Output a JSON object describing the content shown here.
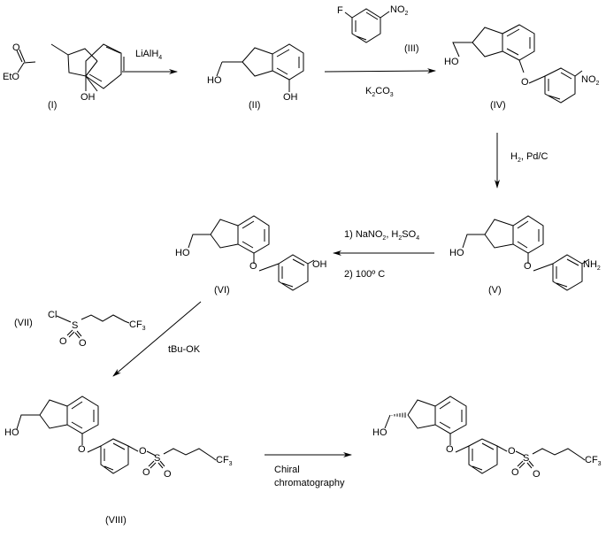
{
  "title": "Synthesis scheme",
  "compounds": [
    {
      "id": "I",
      "label": "(I)",
      "atoms": {
        "carbonyl_o": "O",
        "ester_o": "EtO",
        "phenol": "OH"
      }
    },
    {
      "id": "II",
      "label": "(II)",
      "atoms": {
        "alcohol": "HO",
        "phenol": "OH"
      }
    },
    {
      "id": "III",
      "label": "(III)",
      "atoms": {
        "halogen": "F",
        "nitro": "NO",
        "nitro_sub": "2"
      }
    },
    {
      "id": "IV",
      "label": "(IV)",
      "atoms": {
        "alcohol": "HO",
        "ether": "O",
        "nitro": "NO",
        "nitro_sub": "2"
      }
    },
    {
      "id": "V",
      "label": "(V)",
      "atoms": {
        "alcohol": "HO",
        "ether": "O",
        "amine": "NH",
        "amine_sub": "2"
      }
    },
    {
      "id": "VI",
      "label": "(VI)",
      "atoms": {
        "alcohol": "HO",
        "ether": "O",
        "phenol": "OH"
      }
    },
    {
      "id": "VII",
      "label": "(VII)",
      "atoms": {
        "cl": "Cl",
        "s": "S",
        "o1": "O",
        "o2": "O",
        "cf": "CF",
        "cf_sub": "3"
      }
    },
    {
      "id": "VIII",
      "label": "(VIII)",
      "atoms": {
        "alcohol": "HO",
        "ether": "O",
        "ester_o": "O",
        "s": "S",
        "o1": "O",
        "o2": "O",
        "cf": "CF",
        "cf_sub": "3"
      }
    },
    {
      "id": "final",
      "label": "",
      "atoms": {
        "alcohol": "HO",
        "ether": "O",
        "ester_o": "O",
        "s": "S",
        "o1": "O",
        "o2": "O",
        "cf": "CF",
        "cf_sub": "3"
      }
    }
  ],
  "reactions": [
    {
      "from": "I",
      "to": "II",
      "reagent_main": "LiAlH",
      "reagent_sub": "4"
    },
    {
      "from": "II",
      "to": "IV",
      "reagent_below_a": "K",
      "reagent_below_sub1": "2",
      "reagent_below_b": "CO",
      "reagent_below_sub2": "3"
    },
    {
      "from": "IV",
      "to": "V",
      "reagent_a": "H",
      "reagent_sub": "2",
      "reagent_b": ", Pd/C"
    },
    {
      "from": "V",
      "to": "VI",
      "step1_a": "1) NaNO",
      "step1_sub1": "2",
      "step1_b": ", H",
      "step1_sub2": "2",
      "step1_c": "SO",
      "step1_sub3": "4",
      "step2": "2)  100º C"
    },
    {
      "from": "VI",
      "to": "VIII",
      "reagent": "tBu-OK"
    },
    {
      "from": "VIII",
      "to": "final",
      "line1": "Chiral",
      "line2": "chromatography"
    }
  ]
}
